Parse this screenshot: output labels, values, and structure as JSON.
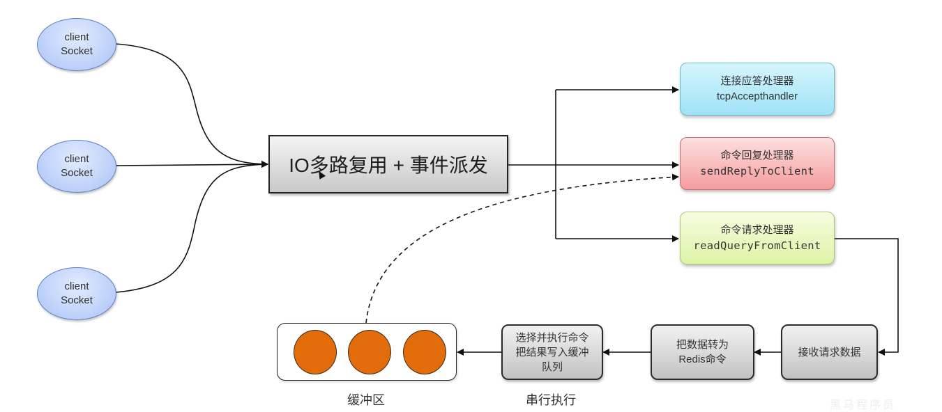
{
  "diagram": {
    "clients": [
      {
        "line1": "client",
        "line2": "Socket"
      },
      {
        "line1": "client",
        "line2": "Socket"
      },
      {
        "line1": "client",
        "line2": "Socket"
      }
    ],
    "dispatcher": {
      "label": "IO多路复用 + 事件派发"
    },
    "handlers": [
      {
        "name_cn": "连接应答处理器",
        "name_en": "tcpAccepthandler",
        "color": "#9fe3f6"
      },
      {
        "name_cn": "命令回复处理器",
        "name_en": "sendReplyToClient",
        "color": "#f59c9e"
      },
      {
        "name_cn": "命令请求处理器",
        "name_en": "readQueryFromClient",
        "color": "#ddf4a6"
      }
    ],
    "steps": {
      "receive": {
        "line1": "接收请求数据"
      },
      "convert": {
        "line1": "把数据转为",
        "line2": "Redis命令"
      },
      "execute": {
        "line1": "选择并执行命令",
        "line2": "把结果写入缓冲",
        "line3": "队列"
      }
    },
    "buffer": {
      "label": "缓冲区",
      "item_count": 3,
      "item_color": "#e36c0a"
    },
    "serial_label": "串行执行",
    "watermark": "黑马程序员"
  }
}
